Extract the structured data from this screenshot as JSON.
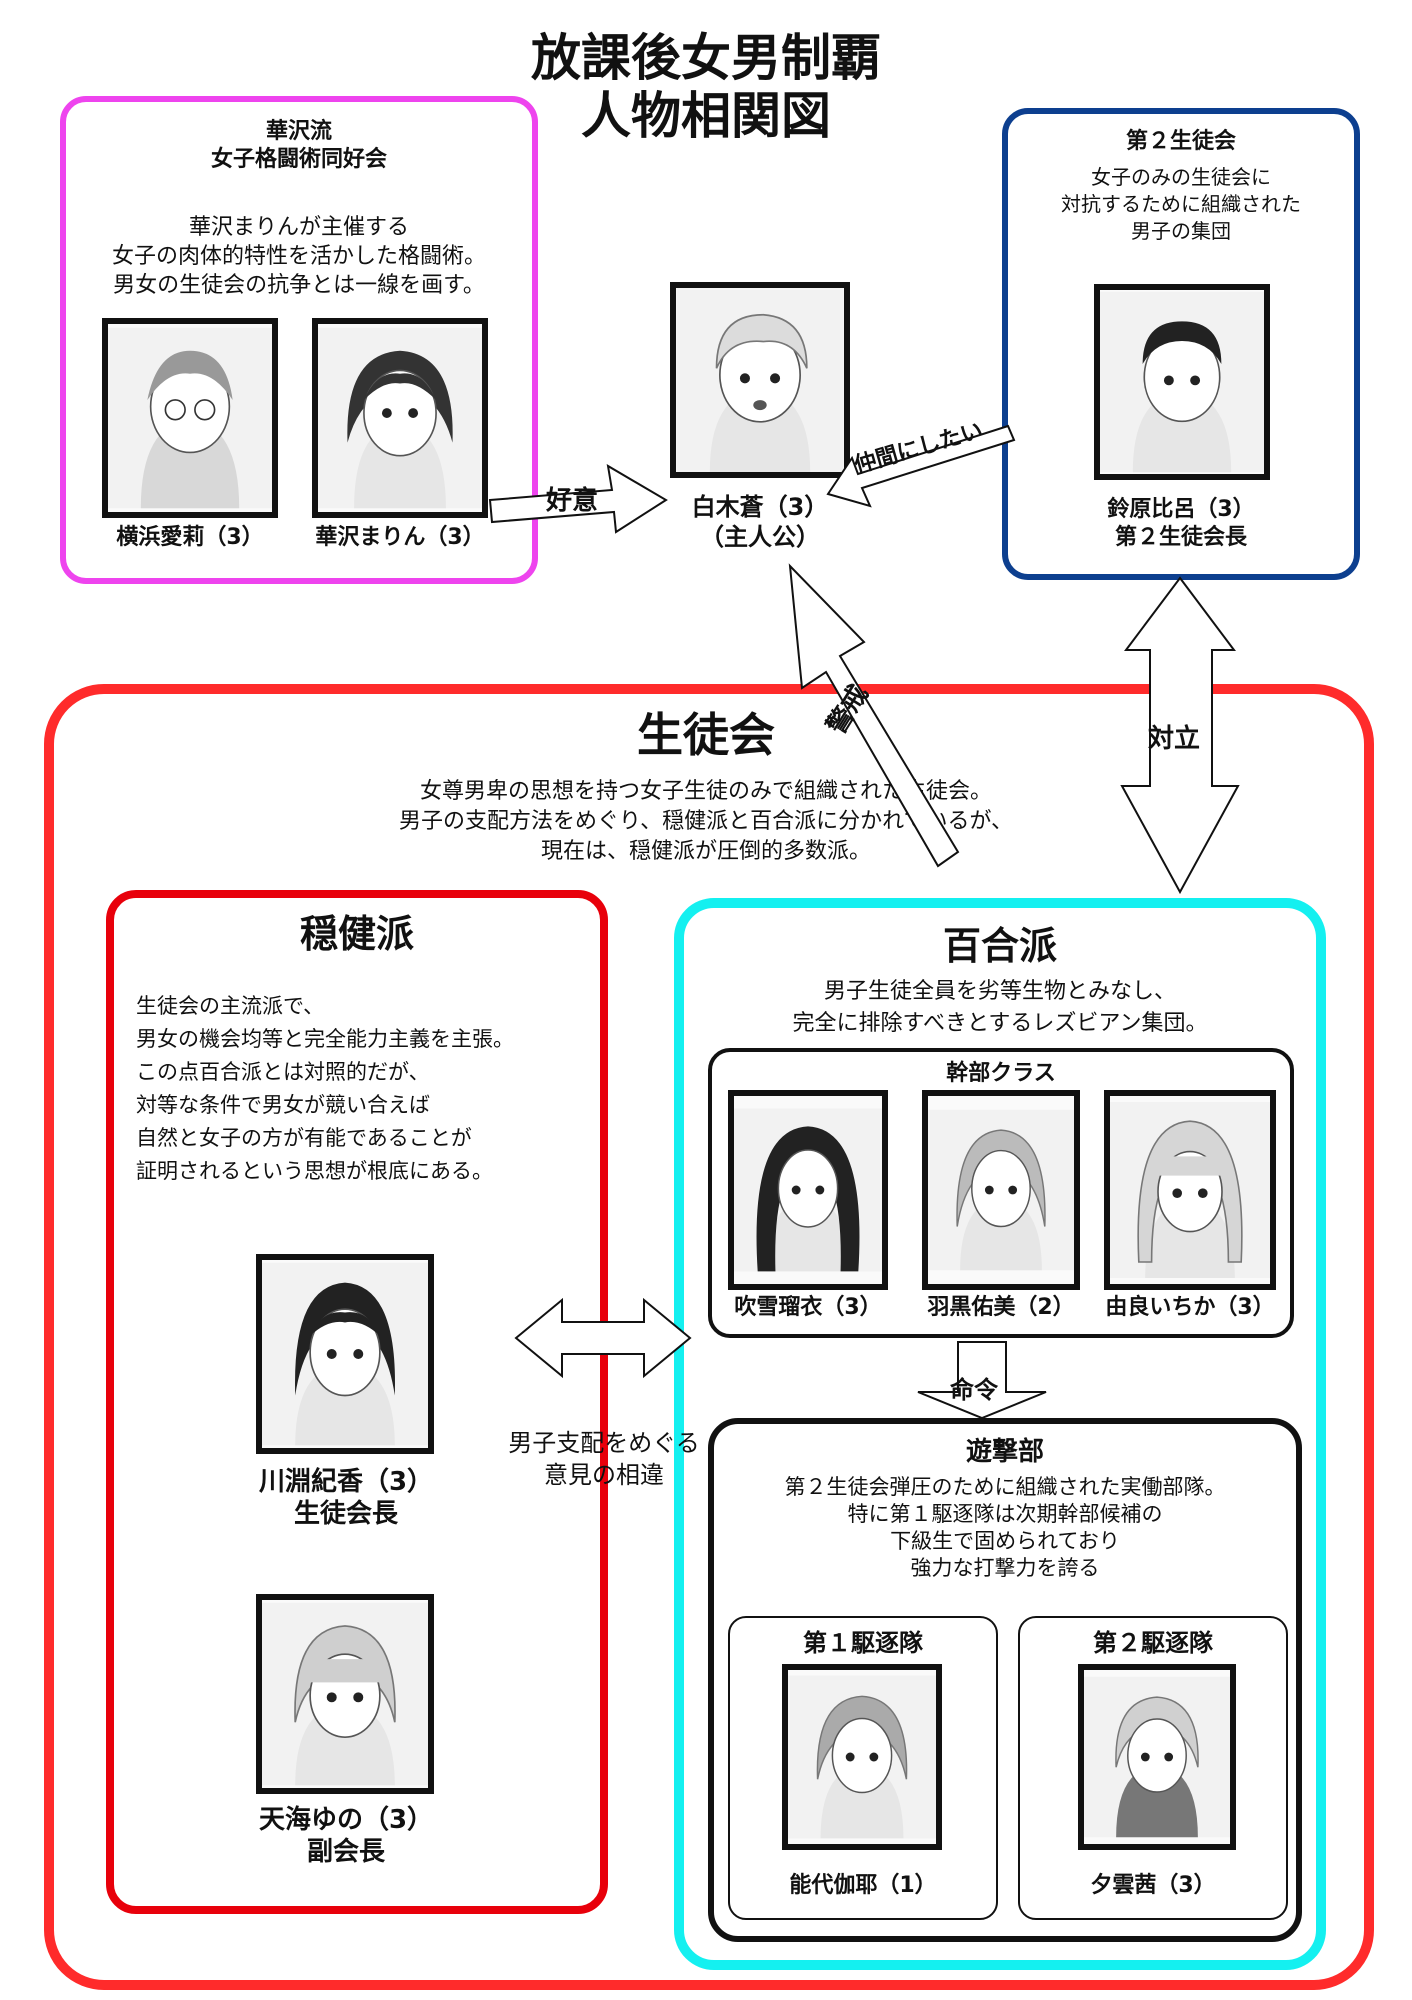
{
  "title": {
    "line1": "放課後女男制覇",
    "line2": "人物相関図"
  },
  "kajiwara_club": {
    "name_line1": "華沢流",
    "name_line2": "女子格闘術同好会",
    "desc_lines": [
      "華沢まりんが主催する",
      "女子の肉体的特性を活かした格闘術。",
      "男女の生徒会の抗争とは一線を画す。"
    ],
    "members": [
      {
        "name": "横浜愛莉（3）"
      },
      {
        "name": "華沢まりん（3）"
      }
    ]
  },
  "protagonist": {
    "name": "白木蒼（3）",
    "role": "（主人公）"
  },
  "second_council": {
    "name": "第２生徒会",
    "desc_lines": [
      "女子のみの生徒会に",
      "対抗するために組織された",
      "男子の集団"
    ],
    "member": {
      "name": "鈴原比呂（3）",
      "role": "第２生徒会長"
    }
  },
  "arrows": {
    "favor": "好意",
    "want_ally": "仲間にしたい",
    "caution": "警戒",
    "oppose": "対立",
    "order": "命令",
    "disagreement_line1": "男子支配をめぐる",
    "disagreement_line2": "意見の相違"
  },
  "student_council": {
    "name": "生徒会",
    "desc_lines": [
      "女尊男卑の思想を持つ女子生徒のみで組織された生徒会。",
      "男子の支配方法をめぐり、穏健派と百合派に分かれているが、",
      "現在は、穏健派が圧倒的多数派。"
    ]
  },
  "moderate": {
    "name": "穏健派",
    "desc_lines": [
      "生徒会の主流派で、",
      "男女の機会均等と完全能力主義を主張。",
      "この点百合派とは対照的だが、",
      "対等な条件で男女が競い合えば",
      "自然と女子の方が有能であることが",
      "証明されるという思想が根底にある。"
    ],
    "members": [
      {
        "name": "川淵紀香（3）",
        "role": "生徒会長"
      },
      {
        "name": "天海ゆの（3）",
        "role": "副会長"
      }
    ]
  },
  "lily": {
    "name": "百合派",
    "desc_lines": [
      "男子生徒全員を劣等生物とみなし、",
      "完全に排除すべきとするレズビアン集団。"
    ],
    "executives": {
      "label": "幹部クラス",
      "members": [
        {
          "name": "吹雪瑠衣（3）"
        },
        {
          "name": "羽黒佑美（2）"
        },
        {
          "name": "由良いちか（3）"
        }
      ]
    },
    "strike": {
      "name": "遊撃部",
      "desc_lines": [
        "第２生徒会弾圧のために組織された実働部隊。",
        "特に第１駆逐隊は次期幹部候補の",
        "下級生で固められており",
        "強力な打撃力を誇る"
      ],
      "squads": [
        {
          "name": "第１駆逐隊",
          "member": "能代伽耶（1）"
        },
        {
          "name": "第２駆逐隊",
          "member": "夕雲茜（3）"
        }
      ]
    }
  },
  "colors": {
    "kajiwara_border": "#ee44ee",
    "second_council_border": "#0d3f8f",
    "council_border": "#ff2b2b",
    "moderate_border": "#e8000b",
    "lily_border": "#14f0f0"
  }
}
